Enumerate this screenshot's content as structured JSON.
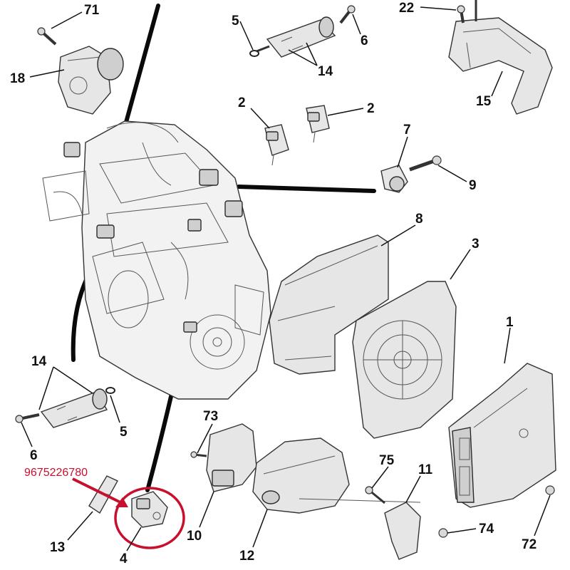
{
  "callouts": {
    "c71": "71",
    "c18": "18",
    "c5_top": "5",
    "c6_top": "6",
    "c14_top": "14",
    "c22": "22",
    "c15": "15",
    "c2_left": "2",
    "c2_right": "2",
    "c7": "7",
    "c9": "9",
    "c8": "8",
    "c3": "3",
    "c1": "1",
    "c14_left": "14",
    "c5_left": "5",
    "c6_left": "6",
    "c73": "73",
    "c75": "75",
    "c11": "11",
    "c74": "74",
    "c72": "72",
    "c13": "13",
    "c4": "4",
    "c10": "10",
    "c12": "12"
  },
  "part_number_label": "9675226780",
  "colors": {
    "highlight_circle": "#c8102e",
    "arrow": "#c8102e",
    "part_number_text": "#c8102e"
  }
}
